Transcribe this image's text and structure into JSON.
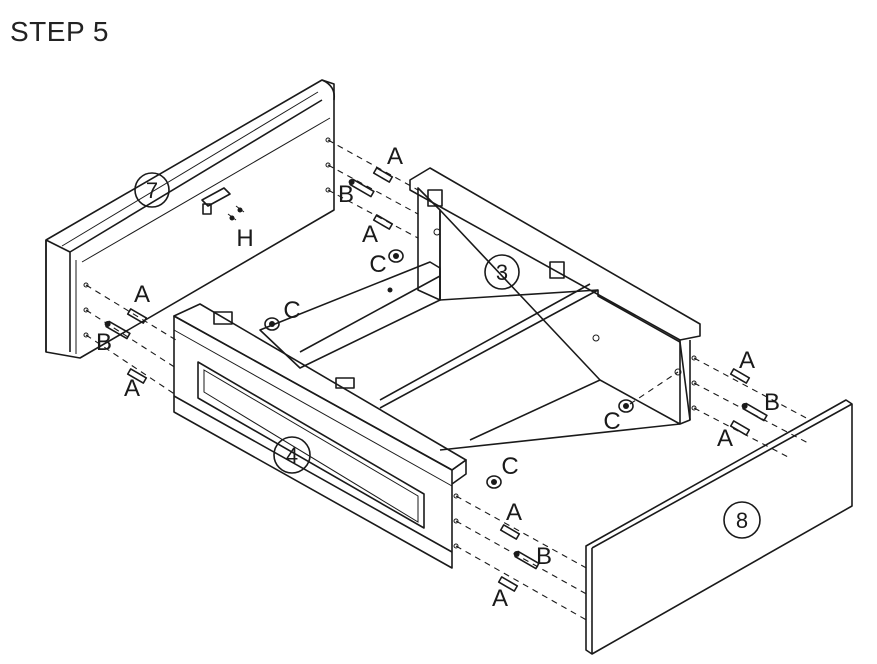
{
  "title": "STEP 5",
  "parts": {
    "part_7": "7",
    "part_3": "3",
    "part_4": "4",
    "part_8": "8"
  },
  "hardware": {
    "dowel": "A",
    "cam_bolt": "B",
    "cam_lock": "C",
    "bracket": "H"
  },
  "colors": {
    "line": "#1a1a1a",
    "panel_fill": "#ffffff",
    "title": "#222222"
  }
}
